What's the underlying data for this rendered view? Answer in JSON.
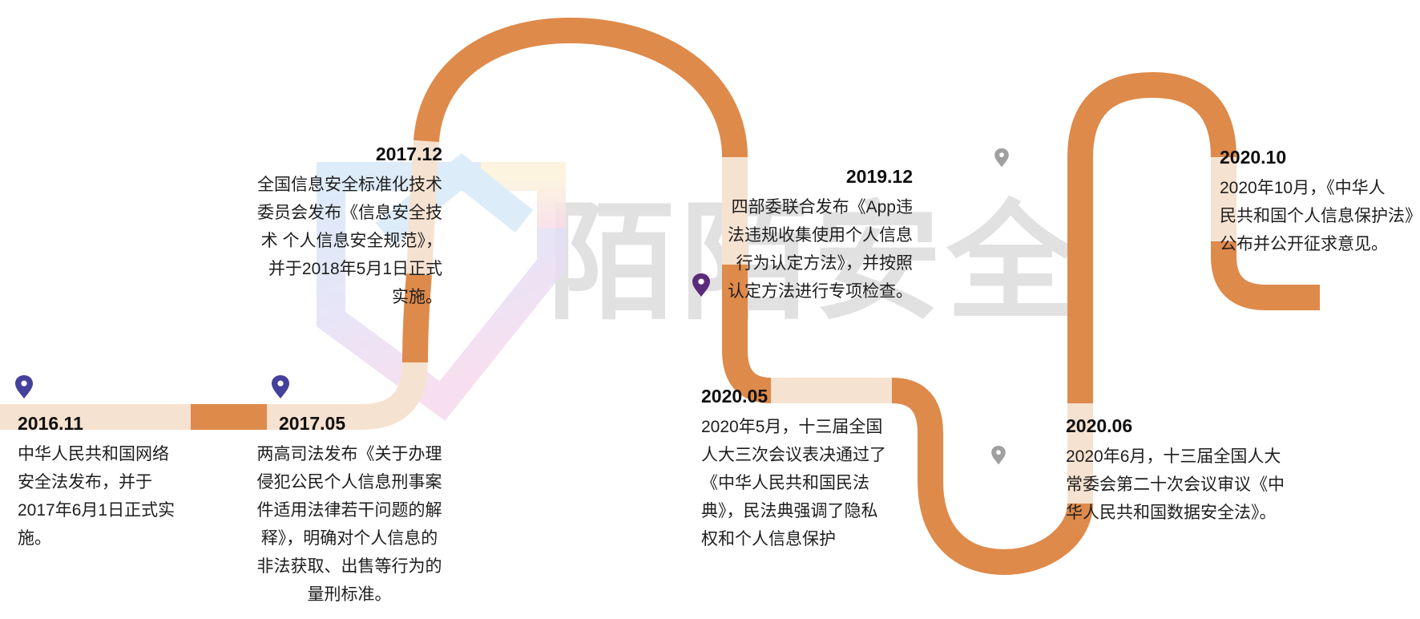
{
  "watermark": {
    "text": "陌陌安全"
  },
  "colors": {
    "road_orange": "#DE8A4A",
    "road_pale": "#F6E2D0",
    "pin_indigo": "#45409B",
    "pin_purple": "#5B2B7B",
    "pin_gray": "#A0A0A0",
    "watermark_gray": "#E1E1E1",
    "logo_blue": "#D8E9F8",
    "logo_pink": "#F6D9EC",
    "logo_yellow": "#FDF3DA",
    "text_dark": "#1E1E1E"
  },
  "milestones": [
    {
      "date": "2016.11",
      "lines": [
        "中华人民共和国网络",
        "安全法发布，并于",
        "2017年6月1日正式实",
        "施。"
      ]
    },
    {
      "date": "2017.05",
      "lines": [
        "两高司法发布《关于办理",
        "侵犯公民个人信息刑事案",
        "件适用法律若干问题的解",
        "释》，明确对个人信息的",
        "非法获取、出售等行为的",
        "量刑标准。"
      ]
    },
    {
      "date": "2017.12",
      "lines": [
        "全国信息安全标准化技术",
        "委员会发布《信息安全技",
        "术 个人信息安全规范》，",
        "并于2018年5月1日正式",
        "实施。"
      ]
    },
    {
      "date": "2019.12",
      "lines": [
        "四部委联合发布《App违",
        "法违规收集使用个人信息",
        "行为认定方法》，并按照",
        "认定方法进行专项检查。"
      ]
    },
    {
      "date": "2020.05",
      "lines": [
        "2020年5月，十三届全国",
        "人大三次会议表决通过了",
        "《中华人民共和国民法",
        "典》，民法典强调了隐私",
        "权和个人信息保护"
      ]
    },
    {
      "date": "2020.06",
      "lines": [
        "2020年6月，十三届全国人大",
        "常委会第二十次会议审议《中",
        "华人民共和国数据安全法》。"
      ]
    },
    {
      "date": "2020.10",
      "lines": [
        "2020年10月，《中华人",
        "民共和国个人信息保护法》",
        "公布并公开征求意见。"
      ]
    }
  ]
}
